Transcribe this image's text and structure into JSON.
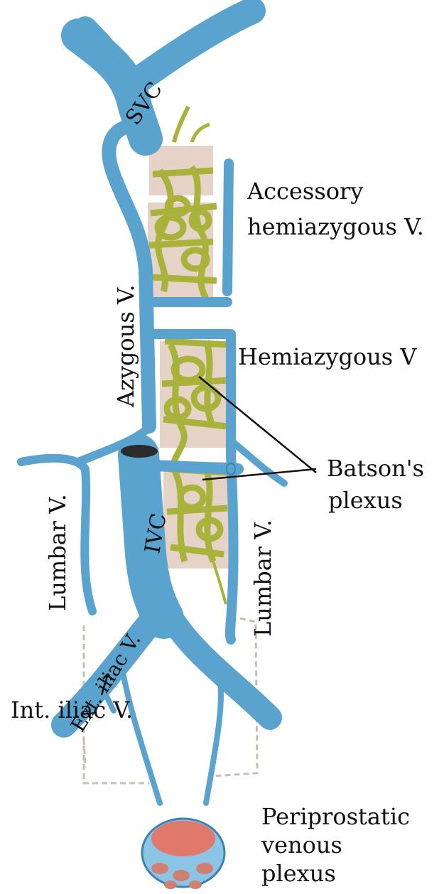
{
  "labels": {
    "svc": "SVC",
    "accessory_line1": "Accessory",
    "accessory_line2": "hemiazygous V.",
    "azygous": "Azygous V.",
    "hemiazygous": "Hemiazygous V",
    "batsons_line1": "Batson's",
    "batsons_line2": "plexus",
    "lumbar_left": "Lumbar V.",
    "lumbar_right": "Lumbar V.",
    "ivc": "IVC",
    "ext_iliac": "Ext. iliac V.",
    "int_iliac": "Int. iliac V.",
    "periprostatic_line1": "Periprostatic",
    "periprostatic_line2": "venous",
    "periprostatic_line3": "plexus"
  },
  "colors": {
    "vein": "#5aa3cf",
    "vein_dark": "#3e82b0",
    "vein_light": "#8cc4e6",
    "plexus": "#a9b23a",
    "plexus_dark": "#6f7a1a",
    "vertebra": "#e6d3c7",
    "prostate": "#e0786c",
    "outline": "#c8bfb4"
  }
}
